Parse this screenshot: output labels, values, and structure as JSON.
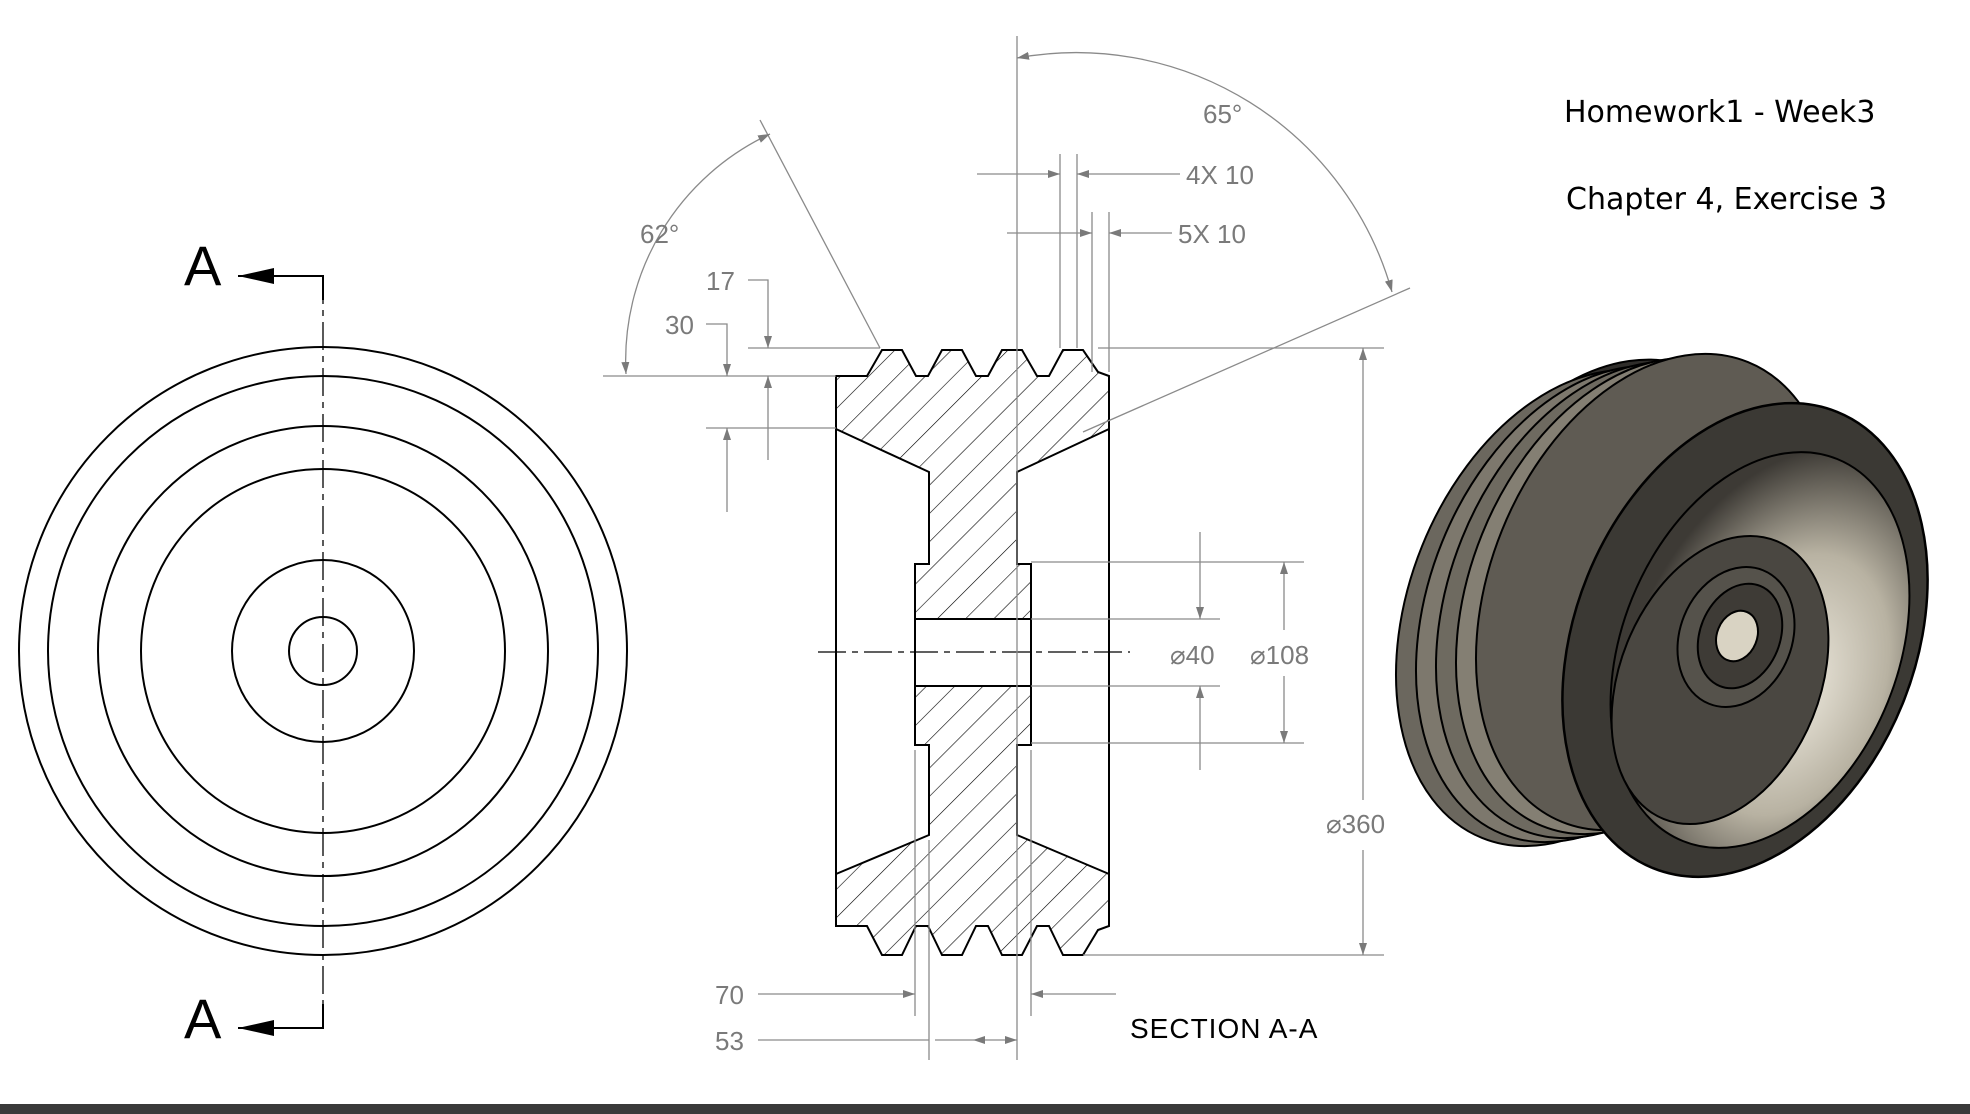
{
  "title": {
    "line1": "Homework1 - Week3",
    "line2": "Chapter 4, Exercise 3"
  },
  "section_view": {
    "label": "SECTION A-A"
  },
  "cutting_plane": {
    "top_label": "A",
    "bottom_label": "A"
  },
  "dimensions": {
    "angle_left": "62°",
    "angle_right": "65°",
    "groove_top_width": "4X 10",
    "groove_bottom_width": "5X 10",
    "groove_depth": "17",
    "rim_thickness": "30",
    "bore_diameter": "⌀40",
    "hub_diameter": "⌀108",
    "outer_diameter": "⌀360",
    "hub_width": "70",
    "web_width": "53"
  },
  "colors": {
    "line": "#000000",
    "dimension": "#7a7a7a",
    "model_dark": "#4a4741",
    "model_light": "#e8e3d6",
    "footer": "#3a3a3a"
  }
}
